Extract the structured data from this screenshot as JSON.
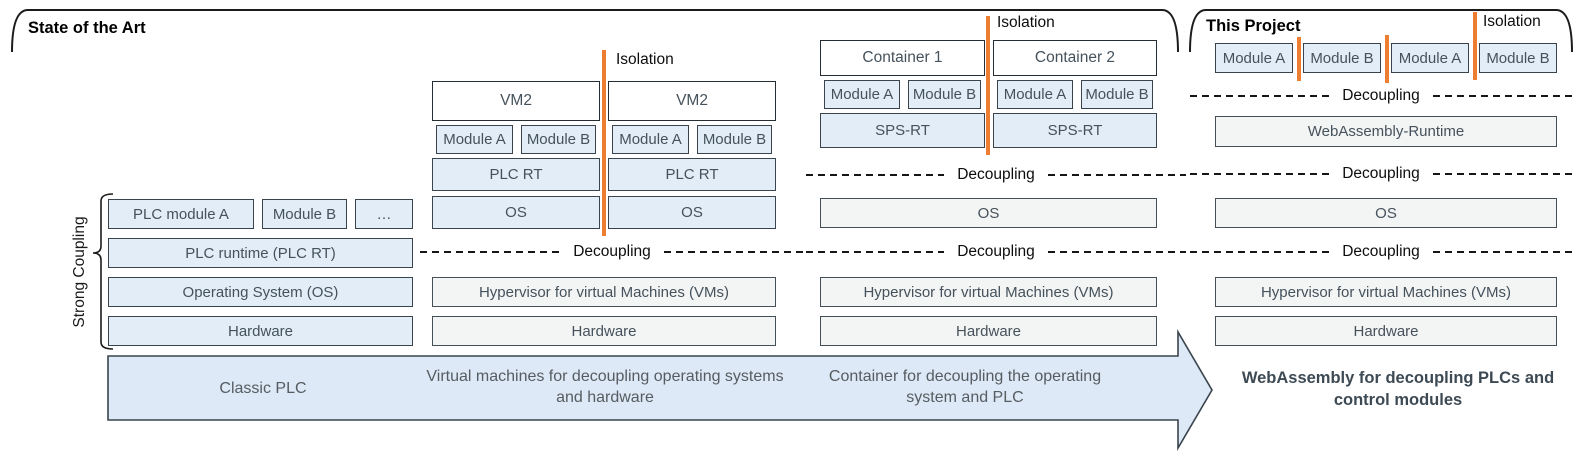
{
  "title_left": "State of the Art",
  "title_right": "This Project",
  "axis": {
    "strong_coupling": "Strong Coupling"
  },
  "labels": {
    "decoupling": "Decoupling",
    "isolation": "Isolation",
    "module_a": "Module A",
    "module_b": "Module B",
    "os": "OS",
    "hypervisor": "Hypervisor for virtual Machines (VMs)",
    "hardware": "Hardware"
  },
  "classic": {
    "module_a": "PLC module A",
    "module_b": "Module B",
    "more": "…",
    "plc_runtime": "PLC runtime (PLC RT)",
    "operating_system": "Operating System (OS)"
  },
  "vms": {
    "vm1_title": "VM2",
    "vm2_title": "VM2",
    "plc_rt": "PLC RT"
  },
  "containers": {
    "c1_title": "Container 1",
    "c2_title": "Container 2",
    "sps_rt": "SPS-RT"
  },
  "project": {
    "wasm_runtime": "WebAssembly-Runtime"
  },
  "arrow": {
    "classic": "Classic PLC",
    "vms": "Virtual machines for decoupling operating systems and hardware",
    "containers": "Container for decoupling the operating system and PLC",
    "project": "WebAssembly for decoupling PLCs and control modules"
  },
  "colors": {
    "accent_orange": "#ED7D31",
    "box_blue": "#E2EDF8",
    "box_gray": "#F3F4F4",
    "border_dark": "#39444D"
  }
}
